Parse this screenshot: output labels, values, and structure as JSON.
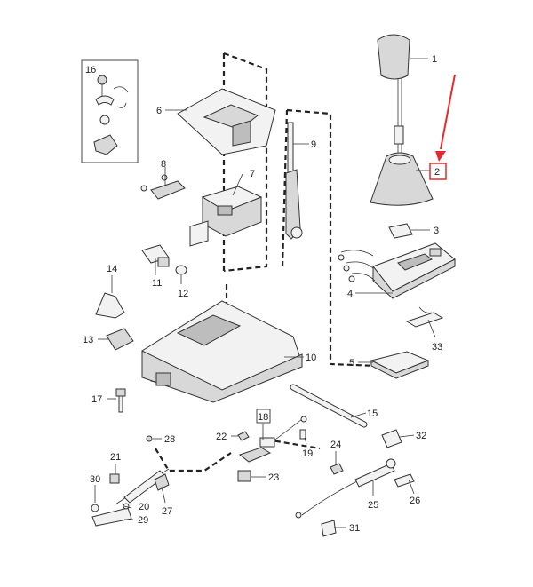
{
  "callouts": [
    {
      "id": "c1",
      "label": "1"
    },
    {
      "id": "c2",
      "label": "2"
    },
    {
      "id": "c3",
      "label": "3"
    },
    {
      "id": "c4",
      "label": "4"
    },
    {
      "id": "c5",
      "label": "5"
    },
    {
      "id": "c6",
      "label": "6"
    },
    {
      "id": "c7",
      "label": "7"
    },
    {
      "id": "c8",
      "label": "8"
    },
    {
      "id": "c9",
      "label": "9"
    },
    {
      "id": "c10",
      "label": "10"
    },
    {
      "id": "c11",
      "label": "11"
    },
    {
      "id": "c12",
      "label": "12"
    },
    {
      "id": "c13",
      "label": "13"
    },
    {
      "id": "c14",
      "label": "14"
    },
    {
      "id": "c15",
      "label": "15"
    },
    {
      "id": "c16",
      "label": "16"
    },
    {
      "id": "c17",
      "label": "17"
    },
    {
      "id": "c18",
      "label": "18"
    },
    {
      "id": "c19",
      "label": "19"
    },
    {
      "id": "c20",
      "label": "20"
    },
    {
      "id": "c21",
      "label": "21"
    },
    {
      "id": "c22",
      "label": "22"
    },
    {
      "id": "c23",
      "label": "23"
    },
    {
      "id": "c24",
      "label": "24"
    },
    {
      "id": "c25",
      "label": "25"
    },
    {
      "id": "c26",
      "label": "26"
    },
    {
      "id": "c27",
      "label": "27"
    },
    {
      "id": "c28",
      "label": "28"
    },
    {
      "id": "c29",
      "label": "29"
    },
    {
      "id": "c30",
      "label": "30"
    },
    {
      "id": "c31",
      "label": "31"
    },
    {
      "id": "c32",
      "label": "32"
    },
    {
      "id": "c33",
      "label": "33"
    }
  ],
  "highlight": {
    "callout": "2",
    "color": "#e8282b"
  },
  "colors": {
    "line": "#333333",
    "part_fill": "#f2f2f2",
    "accent": "#e8282b"
  }
}
